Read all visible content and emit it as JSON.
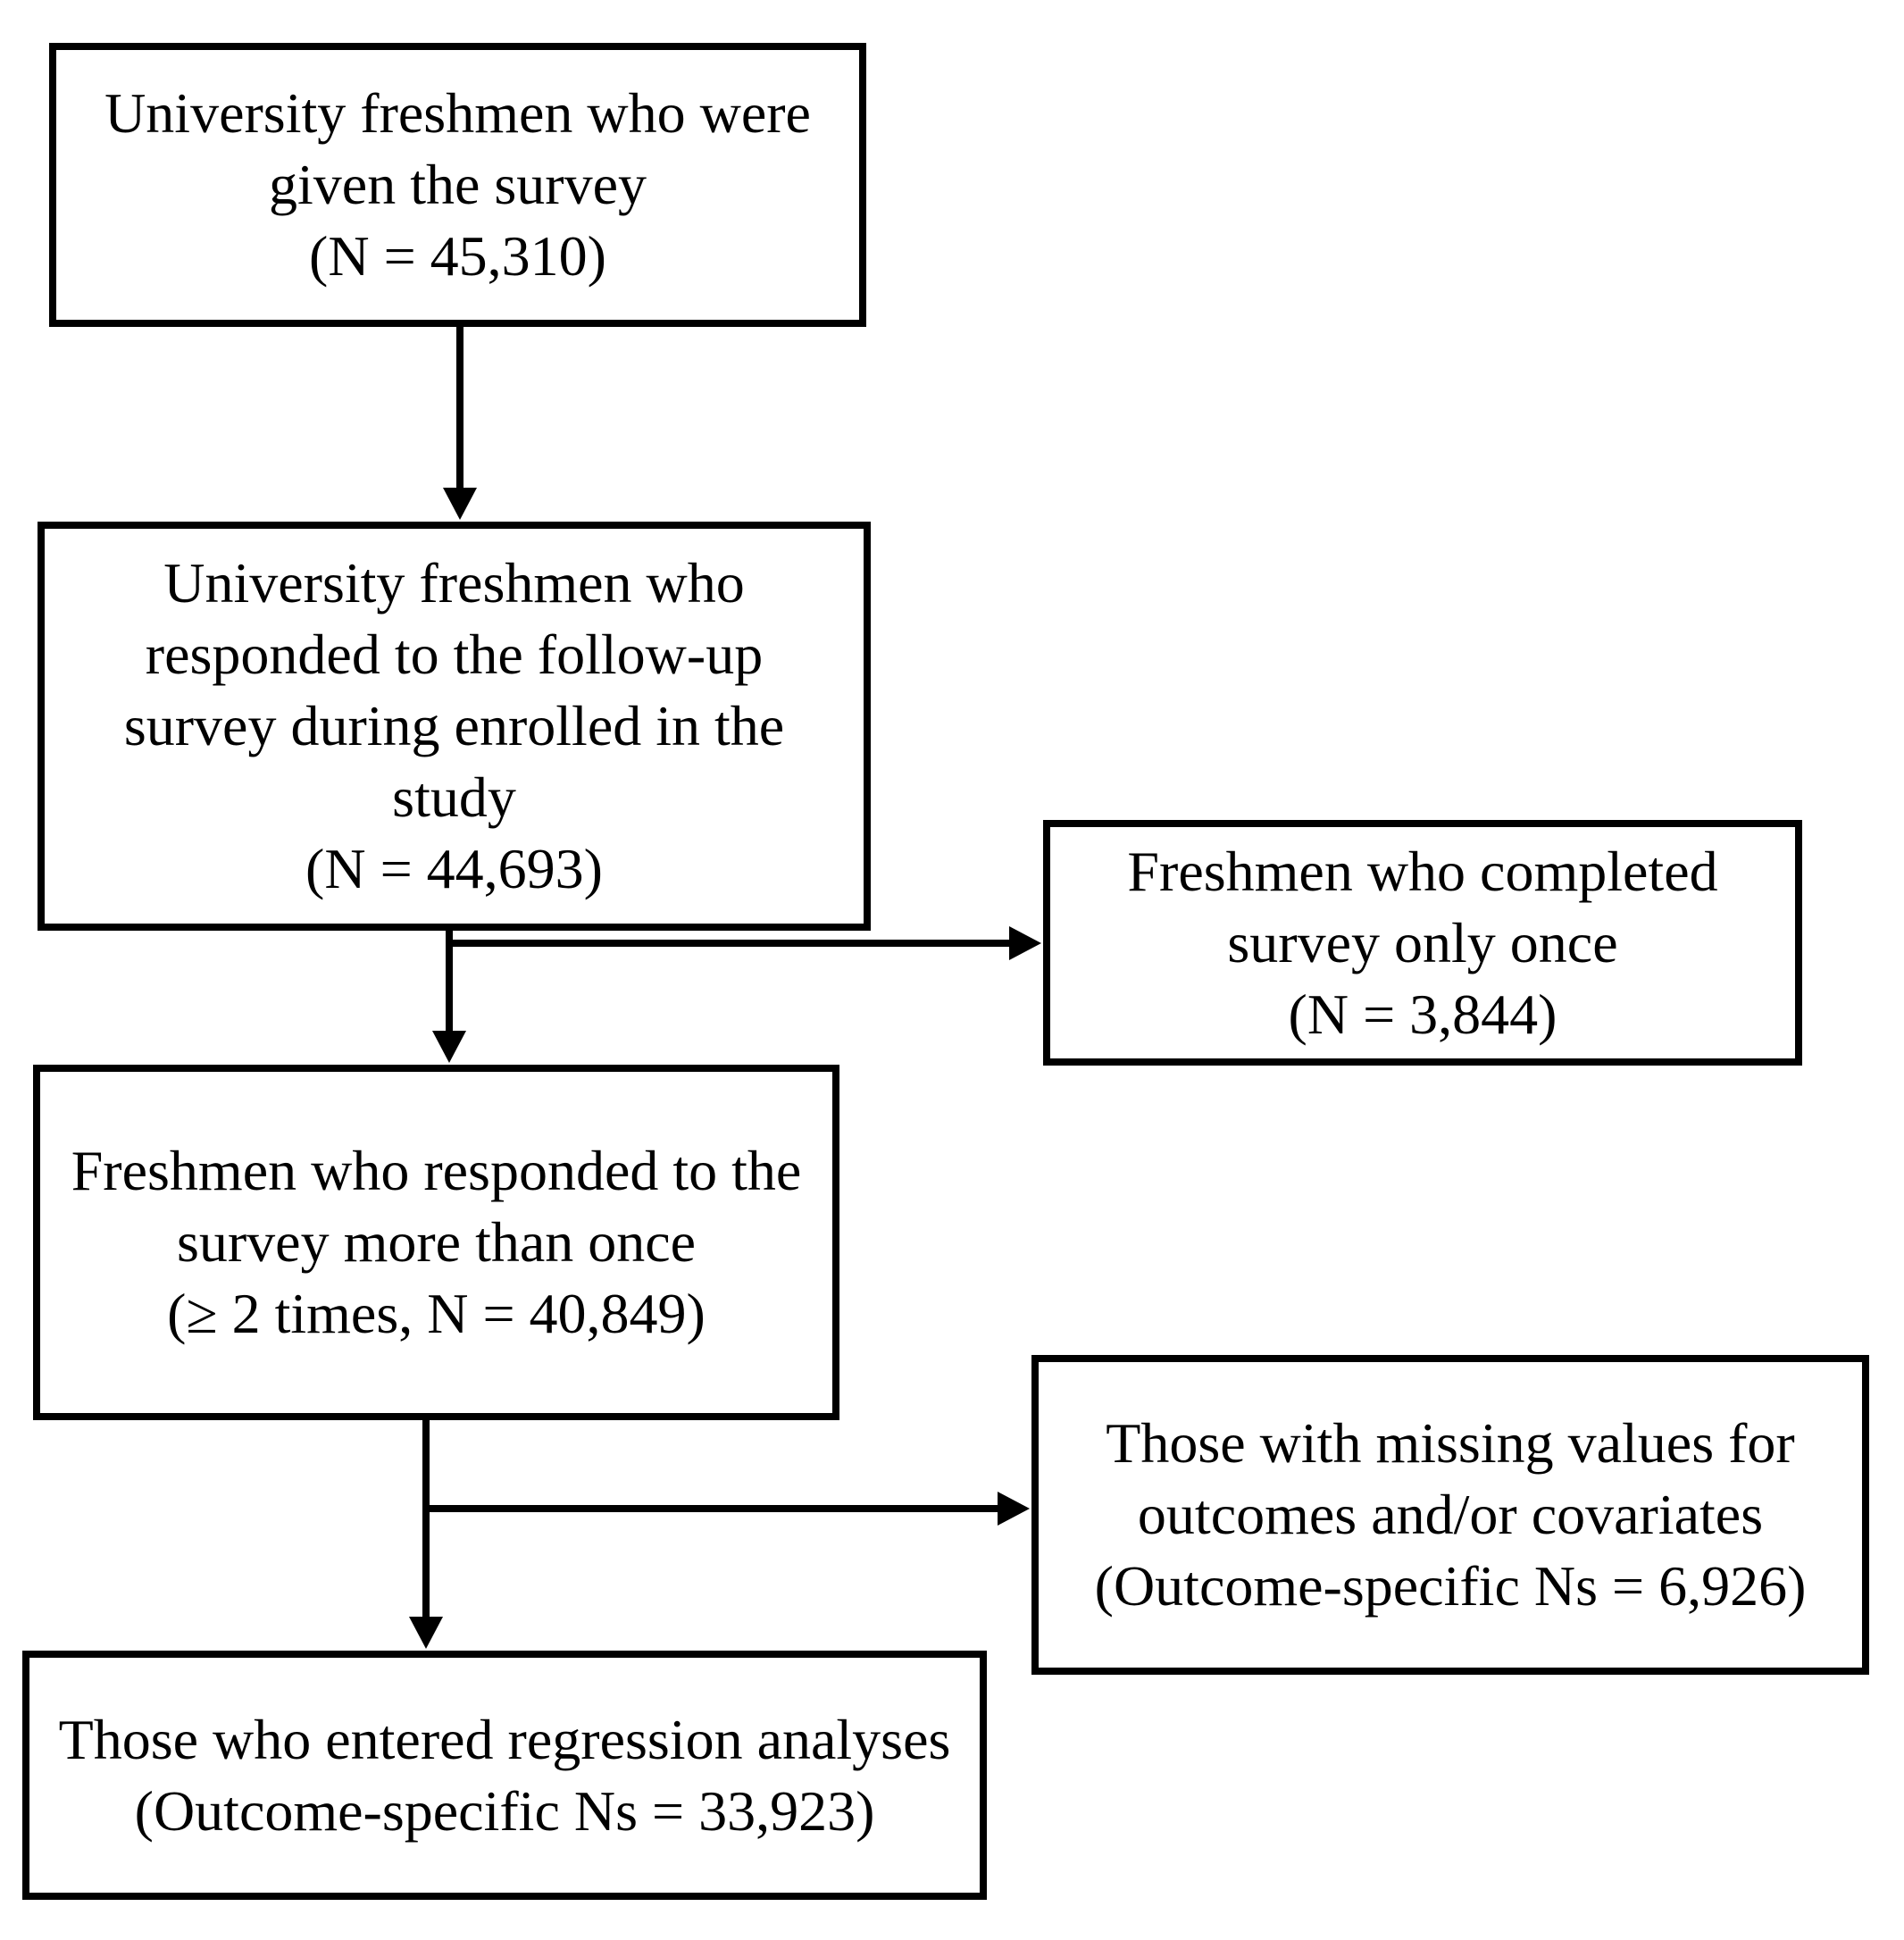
{
  "figure": {
    "type": "flowchart",
    "background_color": "#ffffff",
    "box_border_color": "#000000",
    "text_color": "#000000",
    "arrow_color": "#000000"
  },
  "boxes": {
    "given_survey": {
      "text": "University freshmen who were\ngiven the survey\n(N = 45,310)"
    },
    "responded_followup": {
      "text": "University freshmen who\nresponded to the follow-up\nsurvey during enrolled in the\nstudy\n(N = 44,693)"
    },
    "completed_once": {
      "text": "Freshmen who completed\nsurvey only once\n(N = 3,844)"
    },
    "responded_multiple": {
      "text": "Freshmen who responded to the\nsurvey more than once\n(≥ 2 times, N = 40,849)"
    },
    "missing_values": {
      "text": "Those with missing values for\noutcomes and/or covariates\n(Outcome-specific Ns = 6,926)"
    },
    "regression": {
      "text": "Those who entered regression analyses\n(Outcome-specific Ns = 33,923)"
    }
  },
  "edges": [
    {
      "from": "given_survey",
      "to": "responded_followup"
    },
    {
      "from": "responded_followup",
      "to": "responded_multiple"
    },
    {
      "from": "responded_followup",
      "to": "completed_once"
    },
    {
      "from": "responded_multiple",
      "to": "regression"
    },
    {
      "from": "responded_multiple",
      "to": "missing_values"
    }
  ]
}
